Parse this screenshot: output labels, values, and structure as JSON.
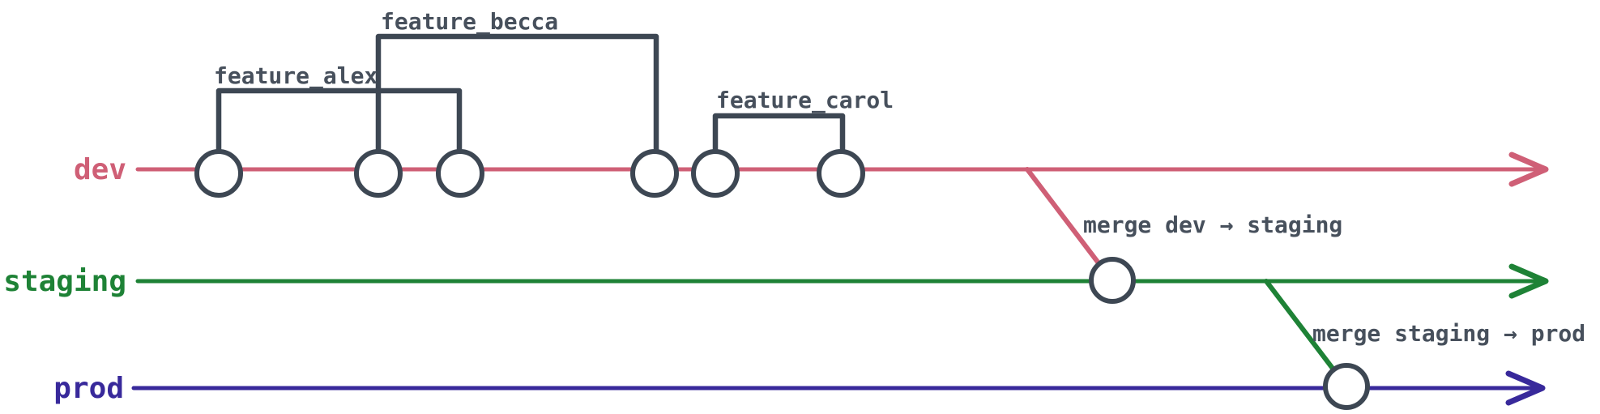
{
  "style": {
    "background": "#ffffff",
    "ink": "#3d4753",
    "text": "#47505c"
  },
  "branches": {
    "dev": {
      "label": "dev",
      "color": "#cf5f76",
      "commit_count": 6
    },
    "staging": {
      "label": "staging",
      "color": "#1e8236",
      "commit_count": 1
    },
    "prod": {
      "label": "prod",
      "color": "#38299b",
      "commit_count": 1
    }
  },
  "features": {
    "alex": {
      "label": "feature_alex",
      "from_commit": 1,
      "to_commit": 3
    },
    "becca": {
      "label": "feature_becca",
      "from_commit": 2,
      "to_commit": 4
    },
    "carol": {
      "label": "feature_carol",
      "from_commit": 5,
      "to_commit": 6
    }
  },
  "merges": {
    "dev_to_staging": {
      "label": "merge dev → staging",
      "from": "dev",
      "to": "staging"
    },
    "staging_to_prod": {
      "label": "merge staging → prod",
      "from": "staging",
      "to": "prod"
    }
  }
}
